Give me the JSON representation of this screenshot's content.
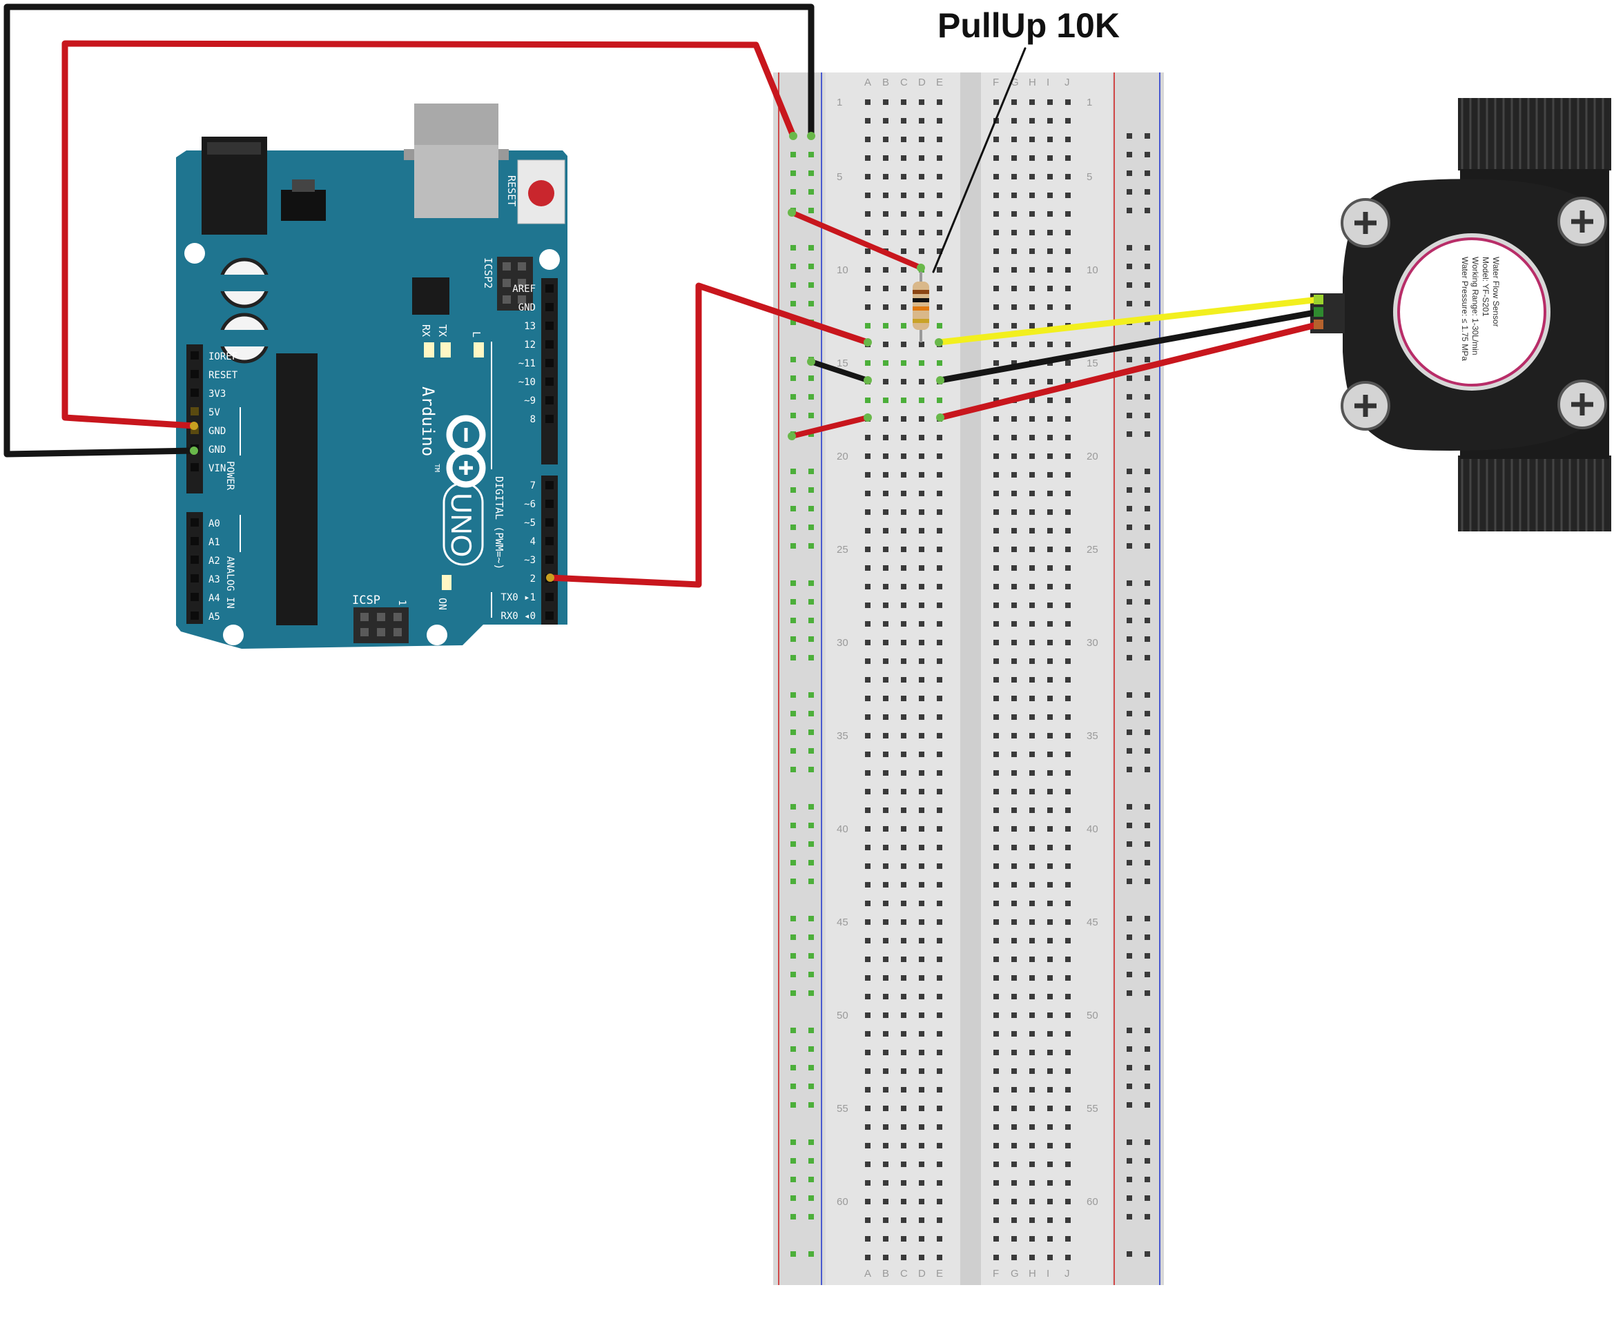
{
  "annotation": {
    "label": "PullUp 10K"
  },
  "arduino": {
    "reset_label": "RESET",
    "icsp2_label": "ICSP2",
    "icsp_label": "ICSP",
    "icsp_pin1": "1",
    "tx_label": "TX",
    "rx_label": "RX",
    "l_label": "L",
    "on_label": "ON",
    "brand": "Arduino",
    "tm": "TM",
    "model": "UNO",
    "digital_label": "DIGITAL (PWM=~)",
    "power_label": "POWER",
    "analog_label": "ANALOG IN",
    "power_pins": [
      "IOREF",
      "RESET",
      "3V3",
      "5V",
      "GND",
      "GND",
      "VIN"
    ],
    "analog_pins": [
      "A0",
      "A1",
      "A2",
      "A3",
      "A4",
      "A5"
    ],
    "digital_top_pins": [
      "AREF",
      "GND",
      "13",
      "12",
      "~11",
      "~10",
      "~9",
      "8"
    ],
    "digital_bottom_pins": [
      "7",
      "~6",
      "~5",
      "4",
      "~3",
      "2",
      "TX0 ▸1",
      "RX0 ◂0"
    ]
  },
  "breadboard": {
    "column_letters_left": [
      "A",
      "B",
      "C",
      "D",
      "E"
    ],
    "column_letters_right": [
      "F",
      "G",
      "H",
      "I",
      "J"
    ],
    "row_numbers": [
      "1",
      "5",
      "10",
      "15",
      "20",
      "25",
      "30",
      "35",
      "40",
      "45",
      "50",
      "55",
      "60"
    ]
  },
  "sensor": {
    "lines": [
      "Water Flow Sensor",
      "Model: YF-S201",
      "Working Range: 1-30L/min",
      "Water Pressure: ≤ 1.75 MPa"
    ]
  },
  "colors": {
    "wire_red": "#c8161d",
    "wire_black": "#222222",
    "wire_yellow": "#f2ef1e",
    "board_teal": "#1f7590",
    "breadboard": "#dedede"
  }
}
